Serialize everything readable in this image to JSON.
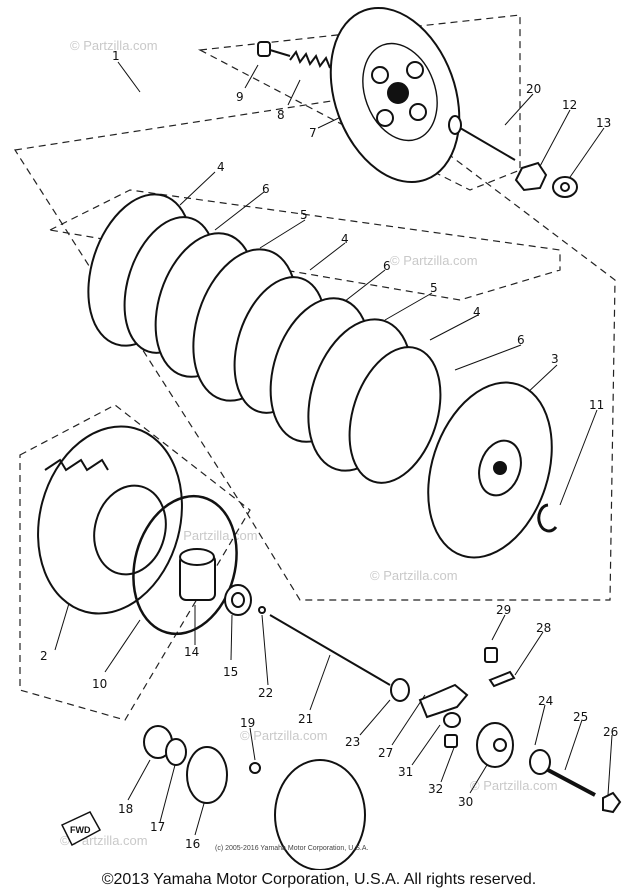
{
  "watermark": "© Partzilla.com",
  "small_copyright": "(c) 2005-2016 Yamaha Motor Corporation, U.S.A.",
  "footer_copyright": "©2013 Yamaha Motor Corporation, U.S.A. All rights reserved.",
  "fwd_label": "FWD",
  "callouts": {
    "p1": "1",
    "p2": "2",
    "p3": "3",
    "p4a": "4",
    "p4b": "4",
    "p4c": "4",
    "p5a": "5",
    "p5b": "5",
    "p6a": "6",
    "p6b": "6",
    "p6c": "6",
    "p7": "7",
    "p8": "8",
    "p9": "9",
    "p10": "10",
    "p11": "11",
    "p12": "12",
    "p13": "13",
    "p14": "14",
    "p15": "15",
    "p16": "16",
    "p17": "17",
    "p18": "18",
    "p19": "19",
    "p20": "20",
    "p21": "21",
    "p22": "22",
    "p23": "23",
    "p24": "24",
    "p25": "25",
    "p26": "26",
    "p27": "27",
    "p28": "28",
    "p29": "29",
    "p30": "30",
    "p31": "31",
    "p32": "32"
  }
}
